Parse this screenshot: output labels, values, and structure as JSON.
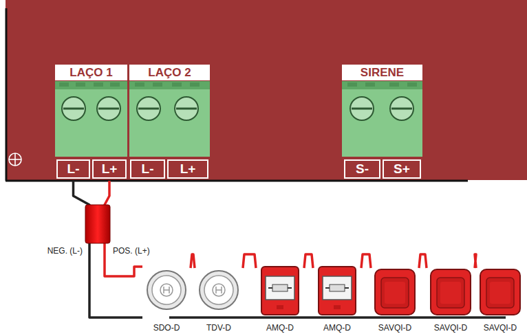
{
  "diagram": {
    "nodes": [
      {
        "text": [
          "LAÇO 1"
        ]
      },
      {
        "text": [
          "LAÇO 2"
        ]
      },
      {
        "text": [
          "SIRENE"
        ]
      },
      {
        "text": [
          "L-"
        ]
      },
      {
        "text": [
          "L+"
        ]
      },
      {
        "text": [
          "L-"
        ]
      },
      {
        "text": [
          "L+"
        ]
      },
      {
        "text": [
          "S-"
        ]
      },
      {
        "text": [
          "S+"
        ]
      },
      {
        "text": [
          "SDO-D"
        ]
      },
      {
        "text": [
          "TDV-D"
        ]
      },
      {
        "text": [
          "AMQ-D"
        ]
      },
      {
        "text": [
          "AMQ-D"
        ]
      },
      {
        "text": [
          "SAVQI-D"
        ]
      },
      {
        "text": [
          "SAVQI-D"
        ]
      },
      {
        "text": [
          "SAVQI-D"
        ]
      }
    ],
    "edges": [
      {
        "from": 4,
        "to": 9,
        "arrow": "none"
      },
      {
        "from": 3,
        "to": 9,
        "arrow": "none"
      },
      {
        "from": 9,
        "to": 10,
        "arrow": "none"
      },
      {
        "from": 10,
        "to": 11,
        "arrow": "none"
      },
      {
        "from": 11,
        "to": 12,
        "arrow": "none"
      },
      {
        "from": 12,
        "to": 13,
        "arrow": "none"
      },
      {
        "from": 13,
        "to": 14,
        "arrow": "none"
      },
      {
        "from": 14,
        "to": 15,
        "arrow": "none"
      }
    ],
    "labels": [
      "NEG. (L-)",
      "POS. (L+)"
    ]
  }
}
